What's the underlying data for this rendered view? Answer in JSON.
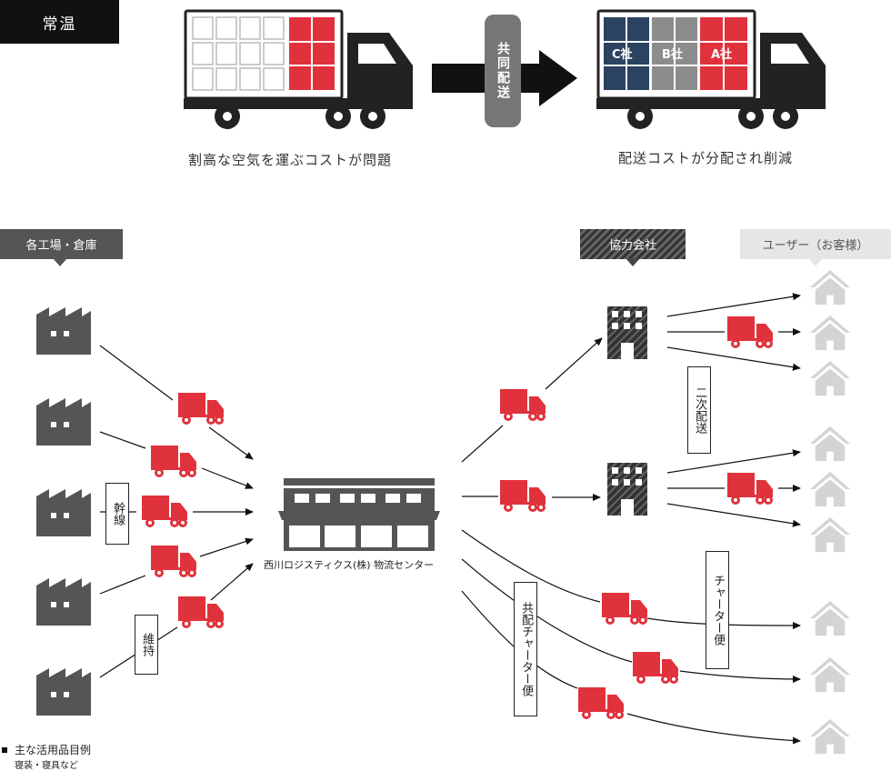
{
  "top": {
    "title": "常温",
    "arrow_label": "共同配送",
    "left_caption": "割高な空気を運ぶコストが問題",
    "right_caption": "配送コストが分配され削減",
    "companies": [
      "C社",
      "B社",
      "A社"
    ]
  },
  "headers": {
    "factories": "各工場・倉庫",
    "partners": "協力会社",
    "users": "ユーザー（お客様）"
  },
  "labels": {
    "trunk": "幹線",
    "maintain": "維持",
    "secondary": "二次配送",
    "charter": "チャーター便",
    "joint_charter": "共配チャーター便",
    "center": "西川ロジスティクス(株) 物流センター"
  },
  "legend": {
    "title": "主な活用品目例",
    "items": "寝装・寝具など"
  },
  "colors": {
    "red": "#e0323c",
    "navy": "#2b4260",
    "gray": "#8c8c8c",
    "dark": "#4a4a4a",
    "light": "#d4d4d4"
  }
}
